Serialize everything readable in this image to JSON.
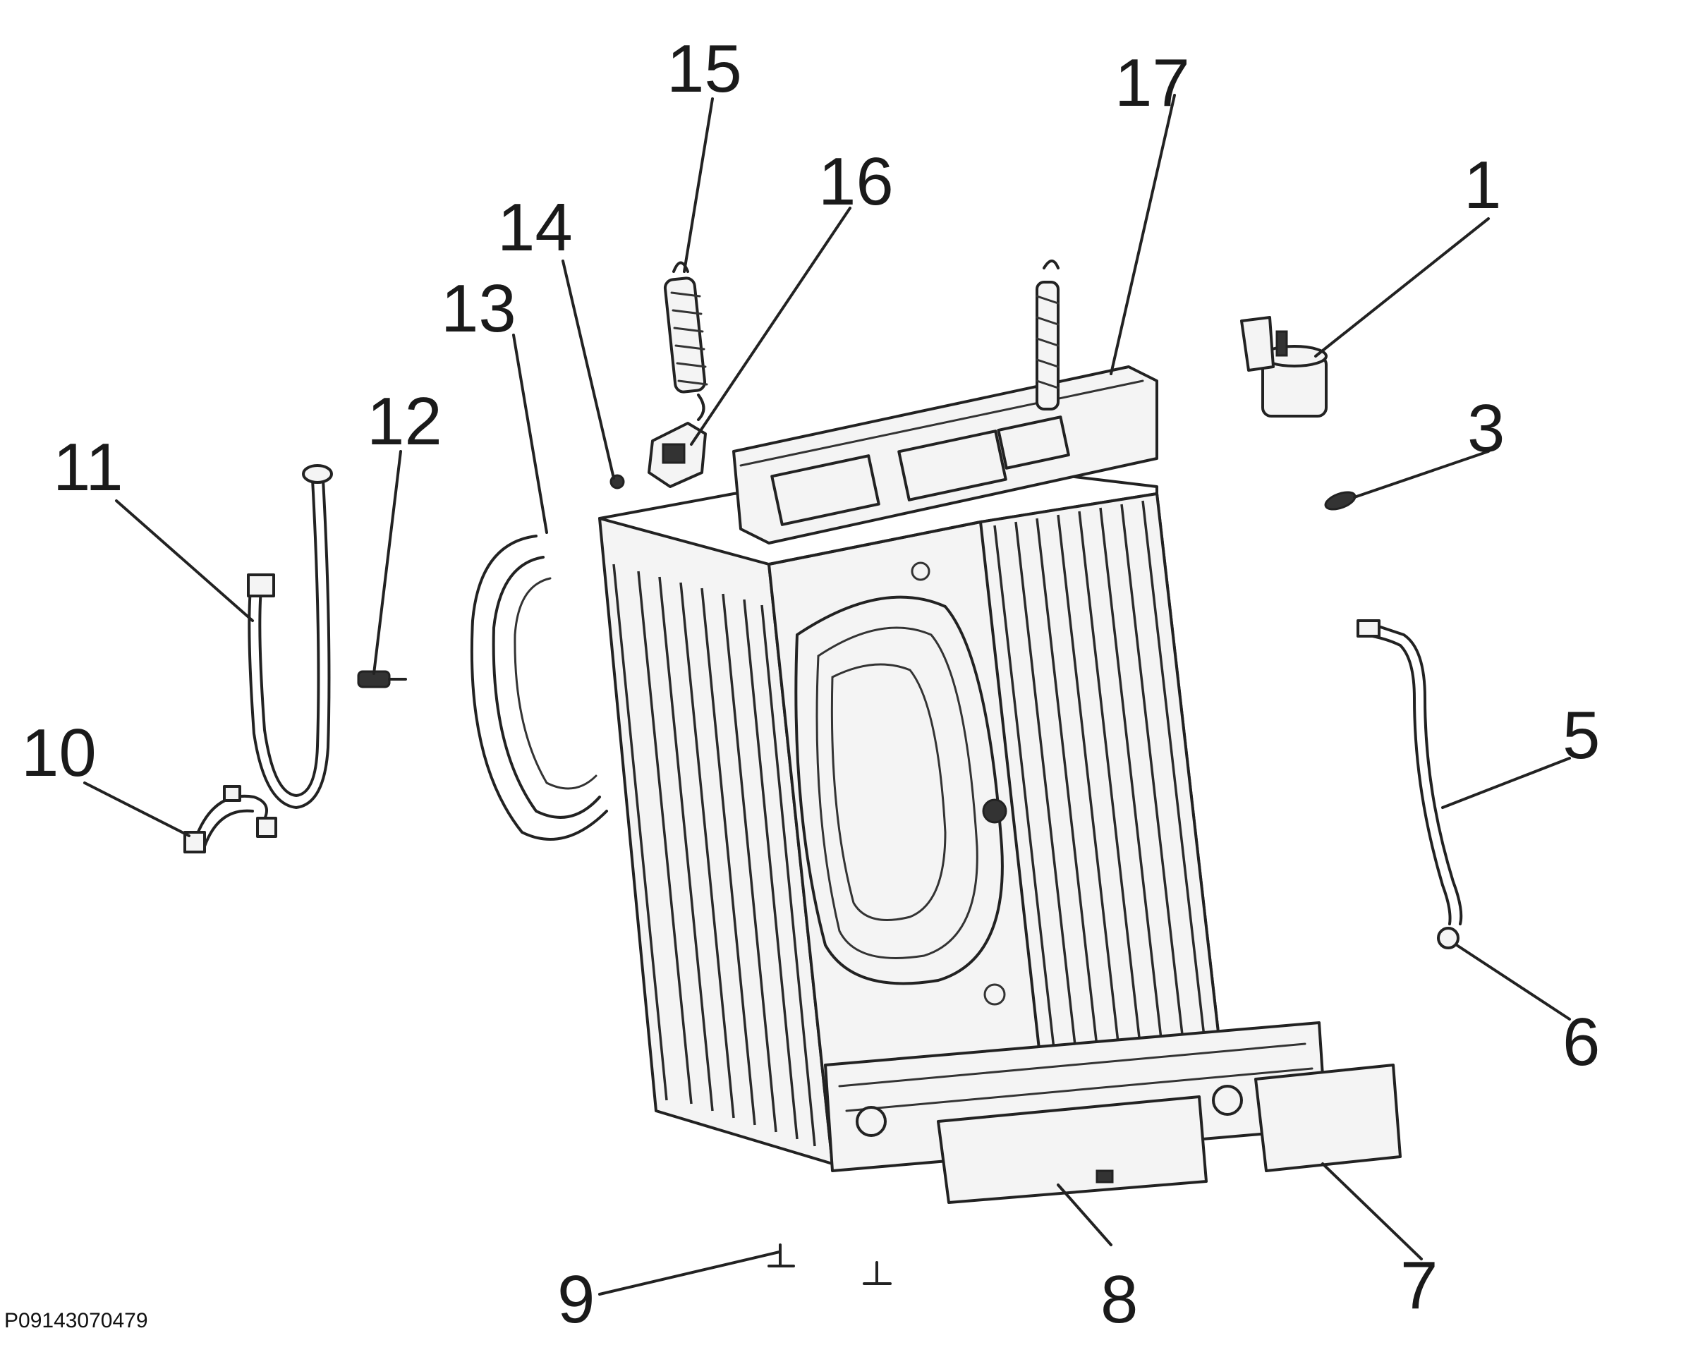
{
  "diagram": {
    "labels": [
      {
        "id": "1",
        "text": "1"
      },
      {
        "id": "3",
        "text": "3"
      },
      {
        "id": "5",
        "text": "5"
      },
      {
        "id": "6",
        "text": "6"
      },
      {
        "id": "7",
        "text": "7"
      },
      {
        "id": "8",
        "text": "8"
      },
      {
        "id": "9",
        "text": "9"
      },
      {
        "id": "10",
        "text": "10"
      },
      {
        "id": "11",
        "text": "11"
      },
      {
        "id": "12",
        "text": "12"
      },
      {
        "id": "13",
        "text": "13"
      },
      {
        "id": "14",
        "text": "14"
      },
      {
        "id": "15",
        "text": "15"
      },
      {
        "id": "16",
        "text": "16"
      },
      {
        "id": "17",
        "text": "17"
      }
    ],
    "reference_code": "P09143070479"
  }
}
